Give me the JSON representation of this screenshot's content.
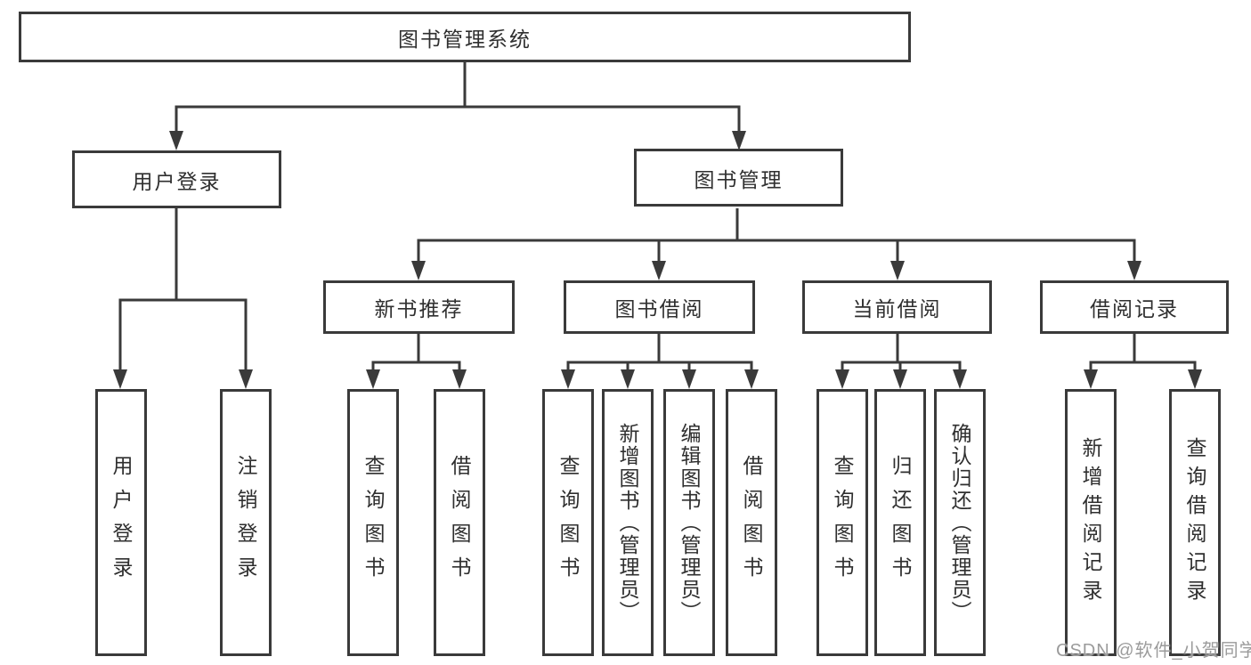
{
  "diagram": {
    "root": "图书管理系统",
    "level2": [
      "用户登录",
      "图书管理"
    ],
    "level3": [
      "新书推荐",
      "图书借阅",
      "当前借阅",
      "借阅记录"
    ],
    "leaves": {
      "login": [
        "用户登录",
        "注销登录"
      ],
      "recommend": [
        "查询图书",
        "借阅图书"
      ],
      "borrow": [
        "查询图书",
        "新增图书（管理员）",
        "编辑图书（管理员）",
        "借阅图书"
      ],
      "current": [
        "查询图书",
        "归还图书",
        "确认归还（管理员）"
      ],
      "records": [
        "新增借阅记录",
        "查询借阅记录"
      ]
    },
    "colors": {
      "line": "#3a3a3a",
      "box_background": "#ffffff",
      "text": "#2f2f2f",
      "watermark": "#9b9b9b"
    },
    "watermark": "CSDN @软件_小贺同学"
  }
}
